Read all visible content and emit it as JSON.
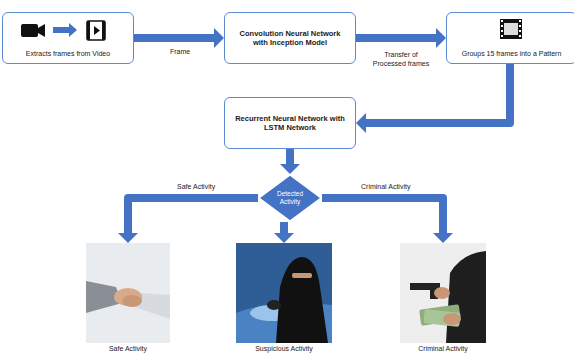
{
  "diagram": {
    "nodes": [
      {
        "text": [
          "Extracts frames from Video"
        ]
      },
      {
        "text": [
          "Convolution Neural Network with Inception Model"
        ]
      },
      {
        "text": [
          "Groups 15 frames into a Pattern"
        ]
      },
      {
        "text": [
          "Recurrent Neural Network with LSTM Network"
        ]
      },
      {
        "text": [
          "Detected Activity"
        ]
      },
      {
        "text": [
          "Safe Activity"
        ]
      },
      {
        "text": [
          "Suspicious Activity"
        ]
      },
      {
        "text": [
          "Criminal Activity"
        ]
      }
    ],
    "edges": [
      {
        "from": 0,
        "to": 1,
        "arrow": "to",
        "label": "Frame"
      },
      {
        "from": 1,
        "to": 2,
        "arrow": "to",
        "label": "Transfer of Processed frames"
      },
      {
        "from": 2,
        "to": 3,
        "arrow": "to"
      },
      {
        "from": 3,
        "to": 4,
        "arrow": "to"
      },
      {
        "from": 4,
        "to": 5,
        "arrow": "to",
        "label": "Safe Activity"
      },
      {
        "from": 4,
        "to": 6,
        "arrow": "to"
      },
      {
        "from": 4,
        "to": 7,
        "arrow": "to",
        "label": "Criminal Activity"
      }
    ]
  }
}
